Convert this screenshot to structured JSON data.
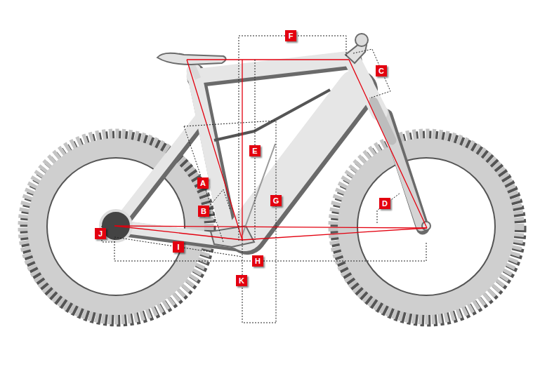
{
  "diagram": {
    "labels": [
      "F",
      "C",
      "E",
      "A",
      "G",
      "D",
      "B",
      "J",
      "I",
      "H",
      "K"
    ]
  }
}
